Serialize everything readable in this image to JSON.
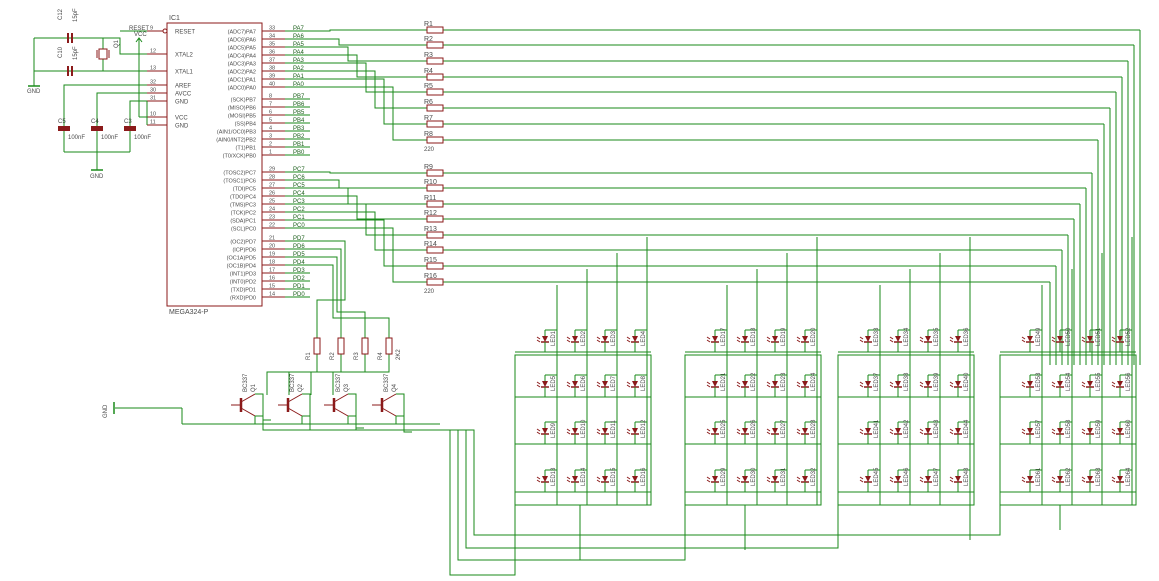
{
  "mcu": {
    "name": "IC1",
    "part": "MEGA324-P",
    "left_pins": [
      {
        "label": "RESET",
        "num": "9"
      },
      {
        "label": "XTAL2",
        "num": "12"
      },
      {
        "label": "XTAL1",
        "num": "13"
      },
      {
        "label": "AREF",
        "num": "32"
      },
      {
        "label": "AVCC",
        "num": "30"
      },
      {
        "label": "GND",
        "num": "31"
      },
      {
        "label": "VCC",
        "num": "10"
      },
      {
        "label": "GND",
        "num": "11"
      }
    ],
    "right_groups": [
      [
        {
          "func": "(ADC7)PA7",
          "num": "33",
          "net": "PA7"
        },
        {
          "func": "(ADC6)PA6",
          "num": "34",
          "net": "PA6"
        },
        {
          "func": "(ADC5)PA5",
          "num": "35",
          "net": "PA5"
        },
        {
          "func": "(ADC4)PA4",
          "num": "36",
          "net": "PA4"
        },
        {
          "func": "(ADC3)PA3",
          "num": "37",
          "net": "PA3"
        },
        {
          "func": "(ADC2)PA2",
          "num": "38",
          "net": "PA2"
        },
        {
          "func": "(ADC1)PA1",
          "num": "39",
          "net": "PA1"
        },
        {
          "func": "(ADC0)PA0",
          "num": "40",
          "net": "PA0"
        }
      ],
      [
        {
          "func": "(SCK)PB7",
          "num": "8",
          "net": "PB7"
        },
        {
          "func": "(MISO)PB6",
          "num": "7",
          "net": "PB6"
        },
        {
          "func": "(MOSI)PB5",
          "num": "6",
          "net": "PB5"
        },
        {
          "func": "(SS)PB4",
          "num": "5",
          "net": "PB4"
        },
        {
          "func": "(AIN1/OC0)PB3",
          "num": "4",
          "net": "PB3"
        },
        {
          "func": "(AIN0/INT2)PB2",
          "num": "3",
          "net": "PB2"
        },
        {
          "func": "(T1)PB1",
          "num": "2",
          "net": "PB1"
        },
        {
          "func": "(T0/XCK)PB0",
          "num": "1",
          "net": "PB0"
        }
      ],
      [
        {
          "func": "(TOSC2)PC7",
          "num": "29",
          "net": "PC7"
        },
        {
          "func": "(TOSC1)PC6",
          "num": "28",
          "net": "PC6"
        },
        {
          "func": "(TDI)PC5",
          "num": "27",
          "net": "PC5"
        },
        {
          "func": "(TDO)PC4",
          "num": "26",
          "net": "PC4"
        },
        {
          "func": "(TMS)PC3",
          "num": "25",
          "net": "PC3"
        },
        {
          "func": "(TCK)PC2",
          "num": "24",
          "net": "PC2"
        },
        {
          "func": "(SDA)PC1",
          "num": "23",
          "net": "PC1"
        },
        {
          "func": "(SCL)PC0",
          "num": "22",
          "net": "PC0"
        }
      ],
      [
        {
          "func": "(OC2)PD7",
          "num": "21",
          "net": "PD7"
        },
        {
          "func": "(ICP)PD6",
          "num": "20",
          "net": "PD6"
        },
        {
          "func": "(OC1A)PD5",
          "num": "19",
          "net": "PD5"
        },
        {
          "func": "(OC1B)PD4",
          "num": "18",
          "net": "PD4"
        },
        {
          "func": "(INT1)PD3",
          "num": "17",
          "net": "PD3"
        },
        {
          "func": "(INT0)PD2",
          "num": "16",
          "net": "PD2"
        },
        {
          "func": "(TXD)PD1",
          "num": "15",
          "net": "PD1"
        },
        {
          "func": "(RXD)PD0",
          "num": "14",
          "net": "PD0"
        }
      ]
    ]
  },
  "misc_labels": {
    "reset_net": "RESET",
    "vcc": "VCC",
    "gnd": "GND",
    "crystal": "Q1"
  },
  "capacitors": [
    {
      "name": "C12",
      "value": "15pF"
    },
    {
      "name": "C10",
      "value": "15pF"
    },
    {
      "name": "C5",
      "value": "100nF"
    },
    {
      "name": "C4",
      "value": "100nF"
    },
    {
      "name": "C3",
      "value": "100nF"
    }
  ],
  "row_resistors": [
    {
      "name": "R1",
      "value": ""
    },
    {
      "name": "R2",
      "value": ""
    },
    {
      "name": "R3",
      "value": ""
    },
    {
      "name": "R4",
      "value": ""
    },
    {
      "name": "R5",
      "value": ""
    },
    {
      "name": "R6",
      "value": ""
    },
    {
      "name": "R7",
      "value": ""
    },
    {
      "name": "R8",
      "value": "220"
    },
    {
      "name": "R9",
      "value": ""
    },
    {
      "name": "R10",
      "value": ""
    },
    {
      "name": "R11",
      "value": ""
    },
    {
      "name": "R12",
      "value": ""
    },
    {
      "name": "R13",
      "value": ""
    },
    {
      "name": "R14",
      "value": ""
    },
    {
      "name": "R15",
      "value": ""
    },
    {
      "name": "R16",
      "value": "220"
    }
  ],
  "base_resistors": [
    {
      "name": "R1",
      "value": ""
    },
    {
      "name": "R2",
      "value": ""
    },
    {
      "name": "R3",
      "value": ""
    },
    {
      "name": "R4",
      "value": "2K2"
    }
  ],
  "transistors": [
    {
      "type": "BC337",
      "name": "Q1"
    },
    {
      "type": "BC337",
      "name": "Q2"
    },
    {
      "type": "BC337",
      "name": "Q3"
    },
    {
      "type": "BC337",
      "name": "Q4"
    }
  ],
  "led_blocks": [
    {
      "labels": [
        "LED1",
        "LED2",
        "LED3",
        "LED4",
        "LED5",
        "LED6",
        "LED7",
        "LED8",
        "LED9",
        "LED10",
        "LED11",
        "LED12",
        "LED13",
        "LED14",
        "LED15",
        "LED16"
      ]
    },
    {
      "labels": [
        "LED17",
        "LED18",
        "LED19",
        "LED20",
        "LED21",
        "LED22",
        "LED23",
        "LED24",
        "LED25",
        "LED26",
        "LED27",
        "LED28",
        "LED29",
        "LED30",
        "LED31",
        "LED32"
      ]
    },
    {
      "labels": [
        "LED33",
        "LED34",
        "LED35",
        "LED36",
        "LED37",
        "LED38",
        "LED39",
        "LED40",
        "LED41",
        "LED42",
        "LED43",
        "LED44",
        "LED45",
        "LED46",
        "LED47",
        "LED48"
      ]
    },
    {
      "labels": [
        "LED49",
        "LED50",
        "LED51",
        "LED52",
        "LED53",
        "LED54",
        "LED55",
        "LED56",
        "LED57",
        "LED58",
        "LED59",
        "LED60",
        "LED61",
        "LED62",
        "LED63",
        "LED64"
      ]
    }
  ],
  "colors": {
    "wire": "#1a8a1a",
    "component": "#8b1a1a",
    "text": "#4a4a4a",
    "netlabel": "#1a5e1a"
  }
}
